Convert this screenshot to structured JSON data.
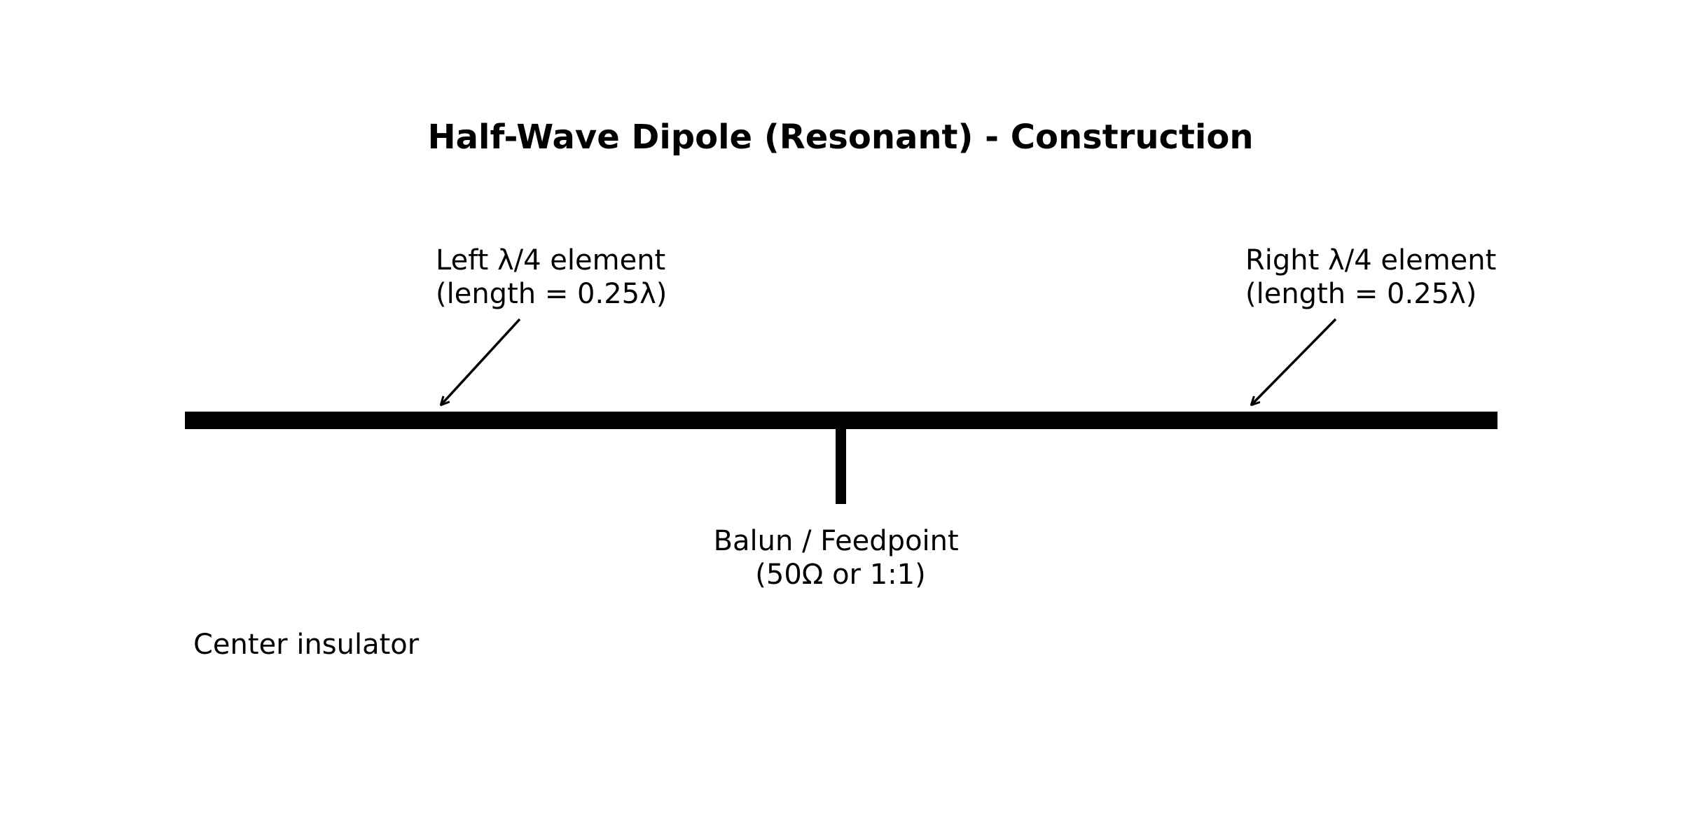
{
  "title": "Half-Wave Dipole (Resonant) - Construction",
  "left_element": {
    "line1": "Left λ/4 element",
    "line2": "(length = 0.25λ)"
  },
  "right_element": {
    "line1": "Right λ/4 element",
    "line2": "(length = 0.25λ)"
  },
  "feedpoint": {
    "line1": "Balun / Feedpoint",
    "line2": "(50Ω or 1:1)"
  },
  "center_insulator": "Center insulator",
  "colors": {
    "background": "#ffffff",
    "stroke": "#000000"
  }
}
